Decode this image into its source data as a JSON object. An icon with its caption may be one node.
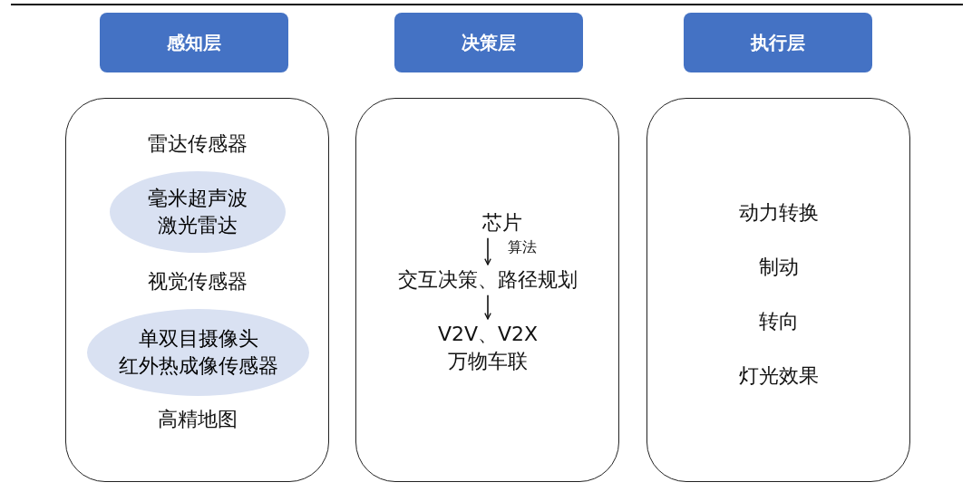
{
  "diagram": {
    "nodes": [
      {
        "text": [
          "感知层"
        ]
      },
      {
        "text": [
          "决策层"
        ]
      },
      {
        "text": [
          "执行层"
        ]
      },
      {
        "text": [
          "雷达传感器",
          "视觉传感器",
          "高精地图"
        ]
      },
      {
        "text": [
          "毫米超声波",
          "激光雷达"
        ],
        "in": 3
      },
      {
        "text": [
          "单双目摄像头",
          "红外热成像传感器"
        ],
        "in": 3
      },
      {
        "text": [],
        "shape": "box"
      },
      {
        "text": [
          "芯片"
        ],
        "in": 6
      },
      {
        "text": [
          "交互决策、路径规划"
        ],
        "in": 6
      },
      {
        "text": [
          "V2V、V2X万物车联"
        ],
        "in": 6
      },
      {
        "text": [
          "动力转换",
          "制动",
          "转向",
          "灯光效果"
        ]
      }
    ],
    "edges": [
      {
        "from": 7,
        "to": 8,
        "arrow": "to",
        "label": "算法"
      },
      {
        "from": 8,
        "to": 9,
        "arrow": "to"
      }
    ]
  }
}
